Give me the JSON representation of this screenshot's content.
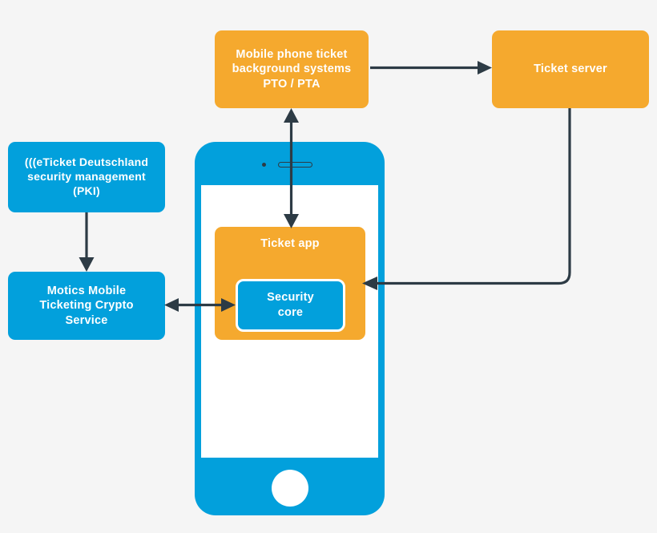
{
  "diagram": {
    "title": "Mobile ticketing security architecture",
    "background_color": "#f5f5f5",
    "colors": {
      "orange": "#f5a92e",
      "blue": "#02a0dc",
      "arrow": "#2d3b45",
      "node_text": "#ffffff",
      "screen": "#ffffff"
    },
    "nodes": [
      {
        "id": "background-systems",
        "label": "Mobile phone ticket background systems PTO / PTA",
        "lines": [
          "Mobile phone ticket",
          "background systems",
          "PTO / PTA"
        ],
        "color": "#f5a92e",
        "shape": "rounded-rect"
      },
      {
        "id": "ticket-server",
        "label": "Ticket server",
        "lines": [
          "Ticket server"
        ],
        "color": "#f5a92e",
        "shape": "rounded-rect"
      },
      {
        "id": "pki",
        "label": "(((eTicket Deutschland security management (PKI)",
        "lines": [
          "(((eTicket Deutschland",
          "security management",
          "(PKI)"
        ],
        "color": "#02a0dc",
        "shape": "rounded-rect"
      },
      {
        "id": "crypto-service",
        "label": "Motics Mobile Ticketing Crypto Service",
        "lines": [
          "Motics Mobile",
          "Ticketing Crypto",
          "Service"
        ],
        "color": "#02a0dc",
        "shape": "rounded-rect"
      },
      {
        "id": "ticket-app",
        "label": "Ticket app",
        "lines": [
          "Ticket app"
        ],
        "color": "#f5a92e",
        "shape": "rounded-rect"
      },
      {
        "id": "security-core",
        "label": "Security core",
        "lines": [
          "Security",
          "core"
        ],
        "color": "#02a0dc",
        "shape": "rounded-rect-outlined"
      }
    ],
    "device": {
      "type": "smartphone",
      "body_color": "#02a0dc",
      "screen_color": "#ffffff",
      "elements": [
        "camera",
        "speaker",
        "home-button"
      ]
    },
    "edges": [
      {
        "id": "background-systems-to-ticket-server",
        "from": "background-systems",
        "to": "ticket-server",
        "direction": "one-way",
        "style": "straight-horizontal"
      },
      {
        "id": "background-systems-to-ticket-app",
        "from": "background-systems",
        "to": "ticket-app",
        "direction": "two-way",
        "style": "straight-vertical"
      },
      {
        "id": "ticket-server-to-ticket-app",
        "from": "ticket-server",
        "to": "ticket-app",
        "direction": "one-way",
        "style": "elbow-down-left"
      },
      {
        "id": "pki-to-crypto-service",
        "from": "pki",
        "to": "crypto-service",
        "direction": "one-way",
        "style": "straight-vertical"
      },
      {
        "id": "crypto-service-to-security-core",
        "from": "crypto-service",
        "to": "security-core",
        "direction": "two-way",
        "style": "straight-horizontal"
      }
    ]
  }
}
